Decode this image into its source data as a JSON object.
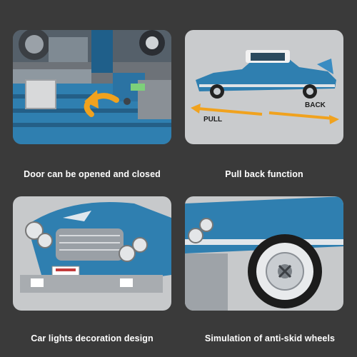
{
  "colors": {
    "background": "#3a3a3a",
    "car_blue": "#2f7fb0",
    "arrow_orange": "#f0a21e",
    "panel_grey": "#c7c9cb",
    "caption_text": "#ffffff"
  },
  "panels": {
    "door": {
      "caption": "Door can be opened and closed"
    },
    "pull": {
      "caption": "Pull back function",
      "pull_label": "PULL",
      "back_label": "BACK"
    },
    "lights": {
      "caption": "Car lights decoration design"
    },
    "wheels": {
      "caption": "Simulation of anti-skid wheels"
    }
  }
}
